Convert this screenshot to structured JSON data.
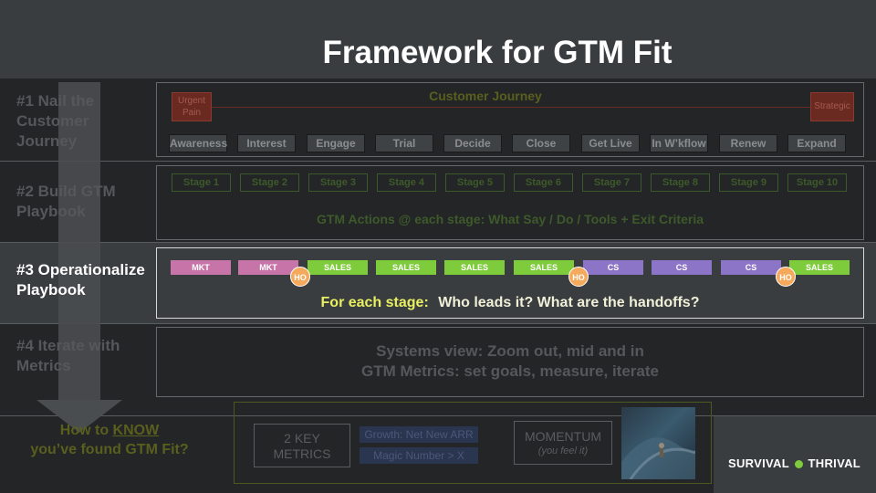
{
  "title": "Framework for GTM Fit",
  "steps": {
    "s1": "#1 Nail the Customer Journey",
    "s2": "#2 Build GTM Playbook",
    "s3": "#3 Operationalize Playbook",
    "s4": "#4 Iterate with Metrics"
  },
  "journey": {
    "heading": "Customer Journey",
    "start_label": "Urgent Pain",
    "end_label": "Strategic",
    "stages": [
      "Awareness",
      "Interest",
      "Engage",
      "Trial",
      "Decide",
      "Close",
      "Get Live",
      "In W’kflow",
      "Renew",
      "Expand"
    ]
  },
  "playbook": {
    "stages": [
      "Stage 1",
      "Stage 2",
      "Stage 3",
      "Stage 4",
      "Stage 5",
      "Stage 6",
      "Stage 7",
      "Stage 8",
      "Stage 9",
      "Stage 10"
    ],
    "caption": "GTM Actions @ each stage:  What Say / Do / Tools + Exit Criteria"
  },
  "operationalize": {
    "roles": [
      "MKT",
      "MKT",
      "SALES",
      "SALES",
      "SALES",
      "SALES",
      "CS",
      "CS",
      "CS",
      "SALES"
    ],
    "handoff_label": "HO",
    "caption_lead": "For each stage:",
    "caption_rest": "Who leads it?  What are the handoffs?"
  },
  "iterate": {
    "line1": "Systems view: Zoom out, mid and in",
    "line2": "GTM Metrics: set goals, measure, iterate"
  },
  "fit": {
    "question_pre": "How to ",
    "question_know": "KNOW",
    "question_post": "you’ve found GTM Fit?",
    "key_metrics": "2 KEY METRICS",
    "growth": "Growth: Net New ARR",
    "magic": "Magic Number > X",
    "momentum": "MOMENTUM",
    "momentum_sub": "(you feel it)"
  },
  "brand": {
    "left": "SURVIVAL",
    "right": "THRIVAL"
  },
  "colors": {
    "mkt": "#c775a8",
    "sales": "#7ecb3b",
    "cs": "#8c75c7",
    "handoff": "#f5a95c",
    "highlight": "#e8f060"
  }
}
